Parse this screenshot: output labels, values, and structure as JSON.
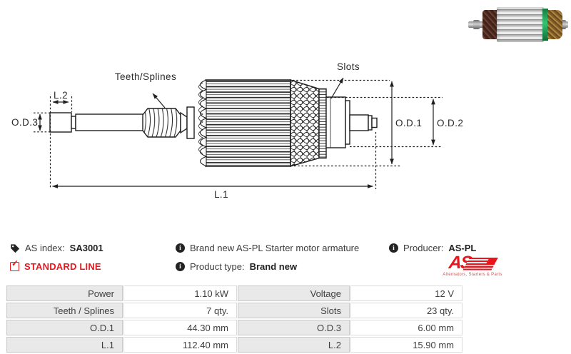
{
  "colors": {
    "accent_red": "#e9151d",
    "diagram_ink": "#1f1f1f",
    "table_label_bg": "#e9e9e9",
    "photo_green_band": "#35c472",
    "photo_copper": "#b08648"
  },
  "diagram": {
    "labels": {
      "teeth": "Teeth/Splines",
      "slots": "Slots",
      "l1": "L.1",
      "l2": "L.2",
      "od1": "O.D.1",
      "od2": "O.D.2",
      "od3": "O.D.3"
    }
  },
  "info": {
    "as_index_label": "AS index:",
    "as_index_value": "SA3001",
    "standard_line": "STANDARD LINE",
    "description": "Brand new AS-PL Starter motor armature",
    "product_type_label": "Product type:",
    "product_type_value": "Brand new",
    "producer_label": "Producer:",
    "producer_value": "AS-PL",
    "logo_text": "AS",
    "logo_tagline": "Alternators, Starters & Parts"
  },
  "table": {
    "rows": [
      {
        "label_left": "Power",
        "value_left": "1.10 kW",
        "label_right": "Voltage",
        "value_right": "12 V"
      },
      {
        "label_left": "Teeth / Splines",
        "value_left": "7 qty.",
        "label_right": "Slots",
        "value_right": "23 qty."
      },
      {
        "label_left": "O.D.1",
        "value_left": "44.30 mm",
        "label_right": "O.D.3",
        "value_right": "6.00 mm"
      },
      {
        "label_left": "L.1",
        "value_left": "112.40 mm",
        "label_right": "L.2",
        "value_right": "15.90 mm"
      }
    ]
  }
}
